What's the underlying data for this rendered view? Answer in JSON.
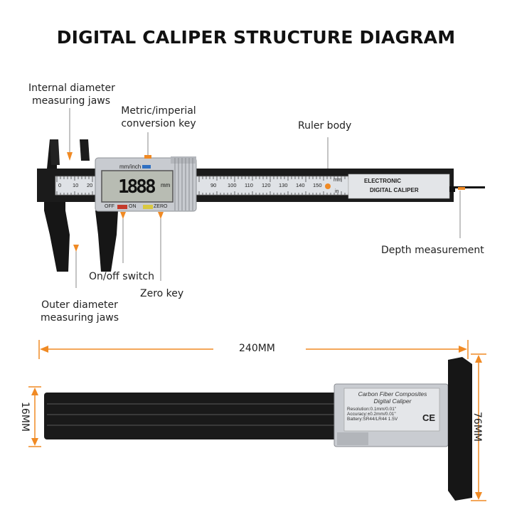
{
  "title": "DIGITAL CALIPER STRUCTURE DIAGRAM",
  "labels": {
    "internal_jaws": [
      "Internal diameter",
      "measuring jaws"
    ],
    "conversion_key": [
      "Metric/imperial",
      "conversion key"
    ],
    "ruler_body": "Ruler body",
    "depth": "Depth measurement",
    "onoff": "On/off switch",
    "zero_key": "Zero key",
    "outer_jaws": [
      "Outer diameter",
      "measuring jaws"
    ]
  },
  "caliper": {
    "unit_label": "mm/inch",
    "display_value": "1888",
    "display_unit": "mm",
    "off_label": "OFF",
    "on_label": "ON",
    "zero_label": "ZERO",
    "ruler_text_1": "ELECTRONIC",
    "ruler_text_2": "DIGITAL CALIPER",
    "mm_label": "mm",
    "in_label": "in",
    "scale_numbers": [
      "90",
      "100",
      "110",
      "120",
      "130",
      "140",
      "150"
    ],
    "left_scale": [
      "0",
      "10",
      "20"
    ]
  },
  "dimensions": {
    "length": "240MM",
    "width": "16MM",
    "height": "76MM"
  },
  "back_label": {
    "line1": "Carbon Fiber Composites",
    "line2": "Digital Caliper",
    "line3": "Resolution:0.1mm/0.01\"",
    "line4": "Accuracy:±0.2mm/0.01\"",
    "line5": "Battery:SR44/LR44 1.5V",
    "ce_mark": "CE"
  },
  "colors": {
    "accent": "#f08a24",
    "body": "#1a1a1a",
    "silver": "#c9ccd1"
  }
}
